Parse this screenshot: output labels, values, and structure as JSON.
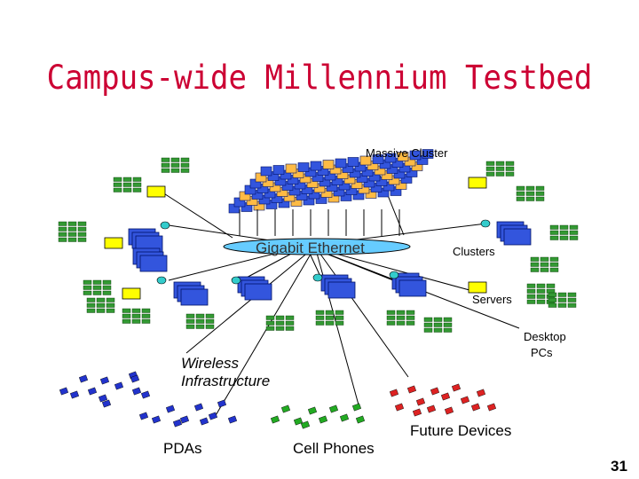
{
  "title": "Campus-wide Millennium Testbed",
  "labels": {
    "massive_cluster": "Massive Cluster",
    "gigabit_ethernet": "Gigabit Ethernet",
    "clusters": "Clusters",
    "servers": "Servers",
    "desktop_pcs_line1": "Desktop",
    "desktop_pcs_line2": "PCs",
    "wireless_line1": "Wireless",
    "wireless_line2": "Infrastructure",
    "pdas": "PDAs",
    "cell_phones": "Cell Phones",
    "future_devices": "Future Devices"
  },
  "page_number": "31",
  "colors": {
    "title": "#cc0033",
    "ethernet_fill": "#66ccff",
    "cluster_blue": "#3355dd",
    "cluster_orange": "#ffbb44",
    "desktop_green": "#339933",
    "server_yellow": "#ffff00",
    "pda_blue": "#2233cc",
    "phone_green": "#22aa22",
    "future_red": "#dd2222",
    "node_cyan": "#33cccc"
  }
}
